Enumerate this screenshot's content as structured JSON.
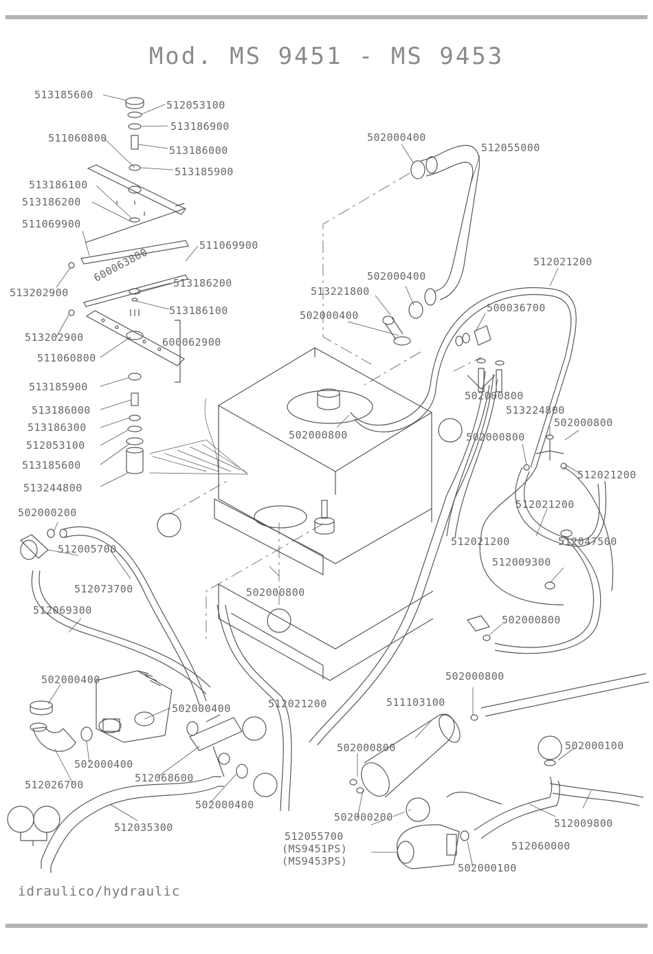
{
  "title": "Mod. MS 9451 - MS 9453",
  "footer": "idraulico/hydraulic",
  "labels": [
    "513185600",
    "512053100",
    "513186900",
    "511060800",
    "513186000",
    "513185900",
    "513186100",
    "513186200",
    "511069900",
    "511069900",
    "600063800",
    "513202900",
    "513186200",
    "513186100",
    "513202900",
    "600062900",
    "511060800",
    "513185900",
    "513186000",
    "513186300",
    "512053100",
    "513185600",
    "513244800",
    "502000400",
    "512055000",
    "512021200",
    "502000400",
    "513221800",
    "500036700",
    "502000400",
    "502000800",
    "513224800",
    "502000800",
    "502000800",
    "502000800",
    "512021200",
    "512021200",
    "512021200",
    "512047500",
    "512009300",
    "502000800",
    "502000800",
    "502000200",
    "512005700",
    "512073700",
    "512069300",
    "512021200",
    "502000800",
    "502000400",
    "502000400",
    "502000400",
    "512026700",
    "512068600",
    "502000400",
    "512035300",
    "511103100",
    "502000800",
    "502000200",
    "502000100",
    "512009800",
    "512060000",
    "512055700",
    "(MS9451PS)",
    "(MS9453PS)",
    "502000100"
  ]
}
